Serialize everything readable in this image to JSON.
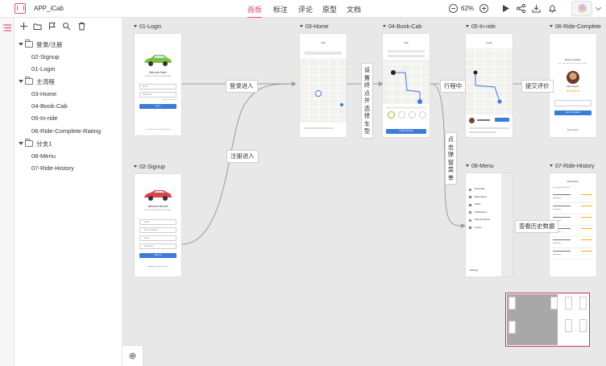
{
  "app": {
    "name": "APP_iCab"
  },
  "nav": {
    "tabs": [
      "画板",
      "标注",
      "评论",
      "原型",
      "文档"
    ],
    "active": "画板"
  },
  "zoom": {
    "value": "62%"
  },
  "tree": {
    "folder_login": "登录/注册",
    "item_signup": "02-Signup",
    "item_login": "01-Login",
    "folder_main": "主流程",
    "item_home": "03-Home",
    "item_book": "04-Book-Cab",
    "item_inride": "05-In-ride",
    "item_complete": "06-Ride-Complete-Rating",
    "folder_branch": "分支1",
    "item_menu": "08-Menu",
    "item_history": "07-Ride-History"
  },
  "frames": {
    "login": "01-Login",
    "signup": "02-Signup",
    "home": "03-Home",
    "book": "04-Book-Cab",
    "inride": "05-In-ride",
    "complete": "06-Ride-Complete",
    "menu": "08-Menu",
    "history": "07-Ride-History"
  },
  "flow_labels": {
    "login_enter": "登录进入",
    "signup_enter": "注册进入",
    "set_endpoint": "设置终点并选择车型",
    "in_trip": "行程中",
    "rate": "提交评价",
    "tap_menu": "点击弹窗菜单",
    "view_history": "查看历史数据"
  },
  "screens": {
    "login_welcome": "Welcome Back!",
    "login_sub": "Login to continue booking rides",
    "email_ph": "Email",
    "password_ph": "Password",
    "forgot": "Forgot password?",
    "login_btn": "Log In",
    "login_footer": "Don't have an account? Sign up",
    "signup_welcome": "Welcome Aboard!",
    "signup_sub": "Sign up with iCab to book rides",
    "name_ph": "Name",
    "phone_ph": "Phone Number",
    "signup_email_ph": "Email",
    "signup_pw_ph": "Password",
    "signup_btn": "Sign Up",
    "signup_footer": "Already a member? Login",
    "home_title": "iCab",
    "book_title": "iCab",
    "inride_title": "In-ride",
    "complete_title": "Ride Complete",
    "complete_sub": "How was your ride with Mario Rogers?",
    "driver_name": "Mario Rogers",
    "submit_btn": "Submit Feedback",
    "complete_footer": "Book Another",
    "confirm_btn": "Confirm Booking",
    "menu_items": [
      "My Profile",
      "Ride History",
      "Offers",
      "Notifications",
      "Help & Support",
      "Logout"
    ],
    "menu_settings": "Settings",
    "history_title": "Ride History",
    "history_tab": "Upcoming Rides (03)"
  }
}
